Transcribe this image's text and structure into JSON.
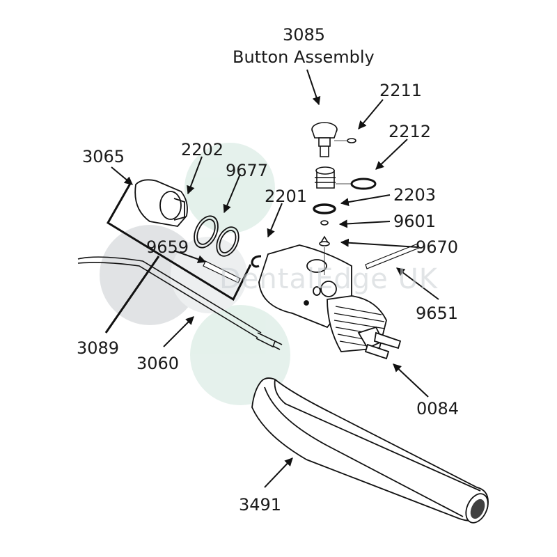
{
  "watermark": "DentalEdge UK",
  "labels": {
    "p3085": "3085",
    "button_assembly": "Button Assembly",
    "p2211": "2211",
    "p2212": "2212",
    "p3065": "3065",
    "p2202": "2202",
    "p9677": "9677",
    "p2201": "2201",
    "p2203": "2203",
    "p9601": "9601",
    "p9659": "9659",
    "p9670": "9670",
    "p9651": "9651",
    "p3089": "3089",
    "p3060": "3060",
    "p0084": "0084",
    "p3491": "3491"
  },
  "colors": {
    "line": "#111111",
    "watermark_grey": "#c4c8cb",
    "watermark_green": "#cfe6dc"
  }
}
